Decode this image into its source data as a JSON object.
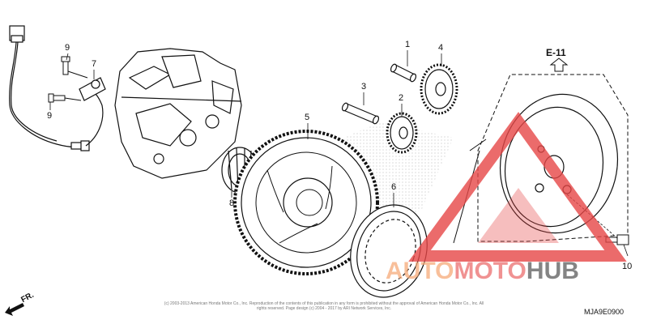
{
  "diagram": {
    "callouts": [
      {
        "id": "1",
        "label": "1"
      },
      {
        "id": "2",
        "label": "2"
      },
      {
        "id": "3",
        "label": "3"
      },
      {
        "id": "4",
        "label": "4"
      },
      {
        "id": "5",
        "label": "5"
      },
      {
        "id": "6",
        "label": "6"
      },
      {
        "id": "7",
        "label": "7"
      },
      {
        "id": "8",
        "label": "8"
      },
      {
        "id": "9a",
        "label": "9"
      },
      {
        "id": "9b",
        "label": "9"
      },
      {
        "id": "10",
        "label": "10"
      }
    ],
    "reference": "E-11",
    "part_code": "MJA9E0900",
    "direction": "FR.",
    "copyright": "(c) 2003-2013 American Honda Motor Co., Inc. Reproduction of the contents of this publication in any form is prohibited without the approval of American Honda Motor Co., Inc. All rights reserved. Page design (c) 2004 - 2017 by ARI Network Services, Inc."
  },
  "watermark": {
    "auto": "AUTO",
    "moto": "MOTO",
    "hub": "HUB",
    "colors": {
      "auto": "#f5aa78",
      "moto": "#eb6e6e",
      "hub": "#6e6e6e",
      "triangle": "#e64646"
    }
  }
}
